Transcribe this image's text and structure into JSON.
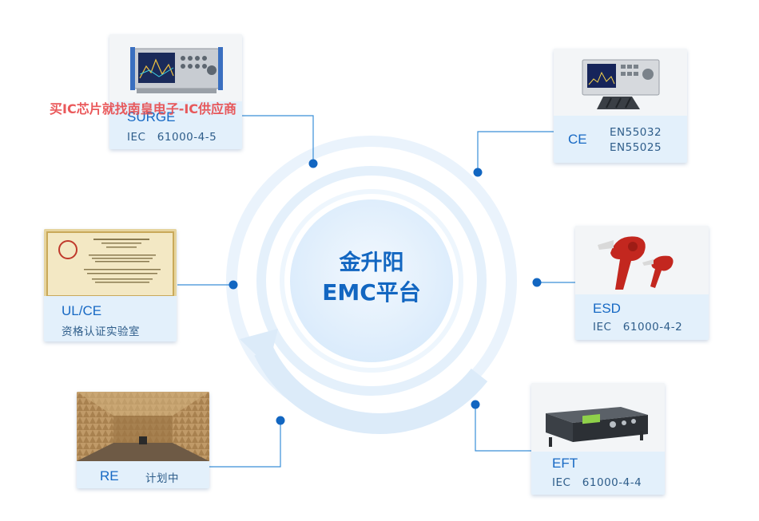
{
  "center": {
    "line1": "金升阳",
    "line2": "EMC平台"
  },
  "watermark": "买IC芯片就找南皇电子-IC供应商",
  "nodes": {
    "surge": {
      "title": "SURGE",
      "sub": "IEC   61000-4-5"
    },
    "ce": {
      "title": "CE",
      "sub1": "EN55032",
      "sub2": "EN55025"
    },
    "ulce": {
      "title": "UL/CE",
      "sub": "资格认证实验室"
    },
    "esd": {
      "title": "ESD",
      "sub": "IEC   61000-4-2"
    },
    "re": {
      "title": "RE",
      "sub": "计划中"
    },
    "eft": {
      "title": "EFT",
      "sub": "IEC   61000-4-4"
    }
  },
  "colors": {
    "accent": "#1769c4",
    "connector": "#3a8fd8",
    "ring": "#d6e9f8",
    "card_bg": "#e3f0fb"
  }
}
